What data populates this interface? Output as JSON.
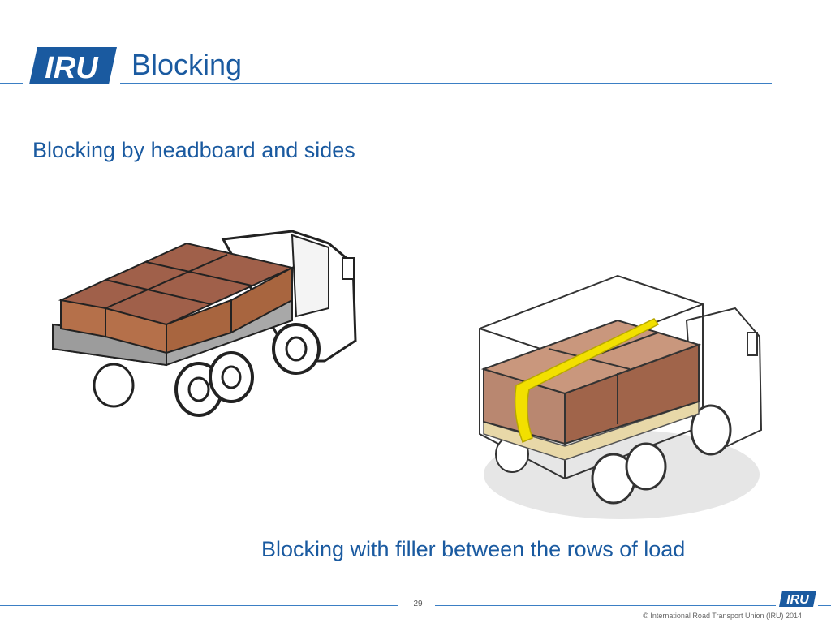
{
  "header": {
    "logo_text": "IRU",
    "title": "Blocking"
  },
  "content": {
    "subtitle": "Blocking by headboard and sides",
    "caption": "Blocking with filler between the rows of load"
  },
  "footer": {
    "page_number": "29",
    "copyright": "© International Road Transport Union (IRU) 2014",
    "logo_text": "IRU"
  },
  "colors": {
    "brand_blue": "#1a5aa0",
    "rule_blue": "#3b7fc4",
    "box_brown": "#b5704a",
    "filler_yellow": "#f2e000"
  }
}
